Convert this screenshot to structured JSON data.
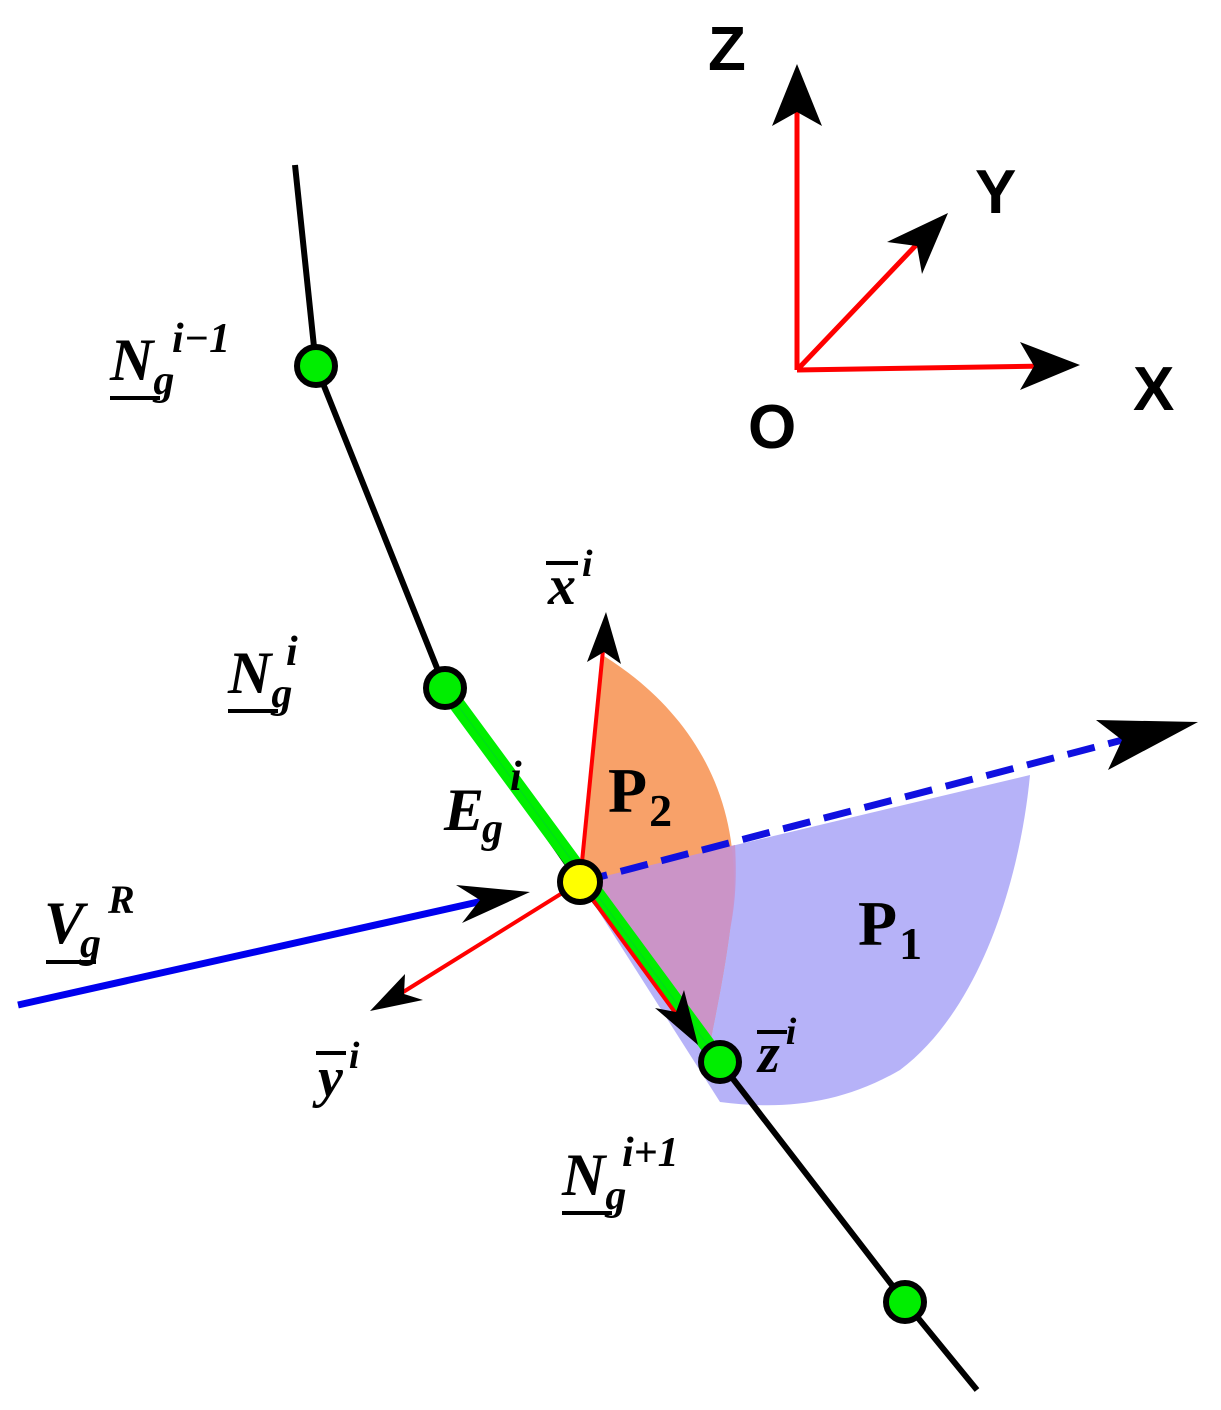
{
  "axes": {
    "z_label": "Z",
    "y_label": "Y",
    "x_label": "X",
    "origin_label": "O"
  },
  "regions": {
    "p1": {
      "main": "P",
      "sub": "1",
      "fill": "#a9a5f7"
    },
    "p2": {
      "main": "P",
      "sub": "2",
      "fill": "#f7904f"
    }
  },
  "local_axes": {
    "x": {
      "main": "x",
      "sup": "i"
    },
    "y": {
      "main": "y",
      "sup": "i"
    },
    "z": {
      "main": "z",
      "sup": "i"
    }
  },
  "nodes": {
    "prev": {
      "main": "N",
      "sub": "g",
      "sup": "i−1"
    },
    "curr": {
      "main": "N",
      "sub": "g",
      "sup": "i"
    },
    "next": {
      "main": "N",
      "sub": "g",
      "sup": "i+1"
    }
  },
  "element": {
    "main": "E",
    "sub": "g",
    "sup": "i"
  },
  "velocity": {
    "main": "V",
    "sub": "g",
    "sup": "R"
  },
  "colors": {
    "curve": "#000000",
    "element": "#00ee00",
    "node": "#00ee00",
    "integration_point": "#ffff00",
    "axis": "#ff0000",
    "velocity": "#0000ee"
  }
}
